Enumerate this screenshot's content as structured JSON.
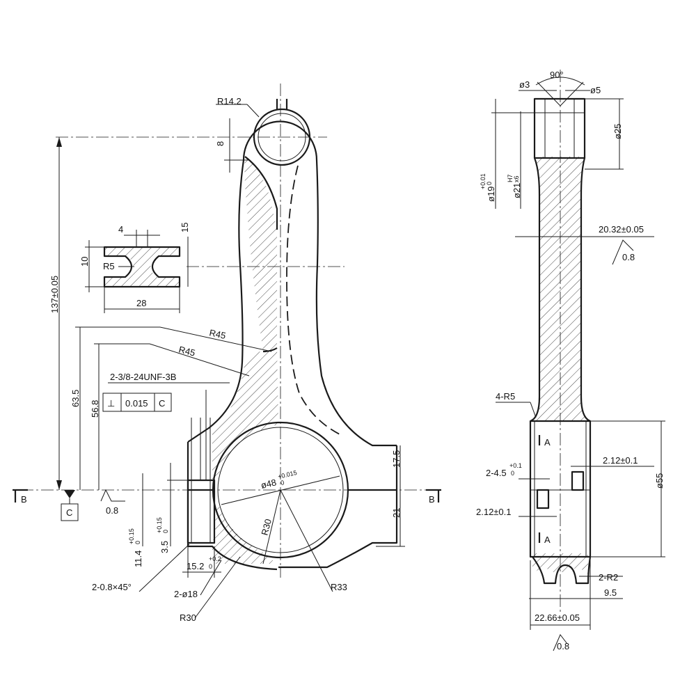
{
  "labels": {
    "r14_2": "R14.2",
    "dim_8": "8",
    "dim_4": "4",
    "dim_15": "15",
    "dim_10": "10",
    "r5": "R5",
    "dim_28": "28",
    "dim_137": "137±0.05",
    "r45_a": "R45",
    "r45_b": "R45",
    "unf": "2-3/8-24UNF-3B",
    "fcf_sym": "⊥",
    "fcf_tol": "0.015",
    "fcf_ref": "C",
    "dim_63_5": "63.5",
    "dim_56_8": "56.8",
    "dim_17_5": "17.5",
    "dim_21": "21",
    "bore48": "ø48",
    "bore48_tol_up": "+0.015",
    "bore48_tol_lo": "0",
    "r30_in": "R30",
    "section_b_left": "B",
    "datum_c": "C",
    "rough_left": "0.8",
    "section_b_mid": "B",
    "dim_11_4": "11.4",
    "dim_11_4_tol_up": "+0.15",
    "dim_11_4_tol_lo": "0",
    "dim_3_5": "3.5",
    "dim_3_5_tol_up": "+0.15",
    "dim_3_5_tol_lo": "0",
    "dim_15_2": "15.2",
    "dim_15_2_tol_up": "+0.2",
    "dim_15_2_tol_lo": "0",
    "chamfer": "2-0.8×45°",
    "holes18": "2-ø18",
    "r30_out": "R30",
    "r33": "R33",
    "angle90": "90°",
    "d3": "ø3",
    "d5": "ø5",
    "d25": "ø25",
    "d19": "ø19",
    "d19_tol_up": "+0.01",
    "d19_tol_lo": "0",
    "d21": "ø21",
    "d21_fit_up": "H7",
    "d21_fit_lo": "x6",
    "dim_20_32": "20.32±0.05",
    "rough_r1": "0.8",
    "r4_5": "4-R5",
    "sec_a_top": "A",
    "dim_2_12_top": "2.12±0.1",
    "dim_2_4_5": "2-4.5",
    "dim_2_4_5_tol_up": "+0.1",
    "dim_2_4_5_tol_lo": "0",
    "d55": "ø55",
    "dim_2_12_bot": "2.12±0.1",
    "sec_a_bot": "A",
    "r2_2": "2-R2",
    "dim_9_5": "9.5",
    "dim_22_66": "22.66±0.05",
    "rough_r2": "0.8"
  }
}
